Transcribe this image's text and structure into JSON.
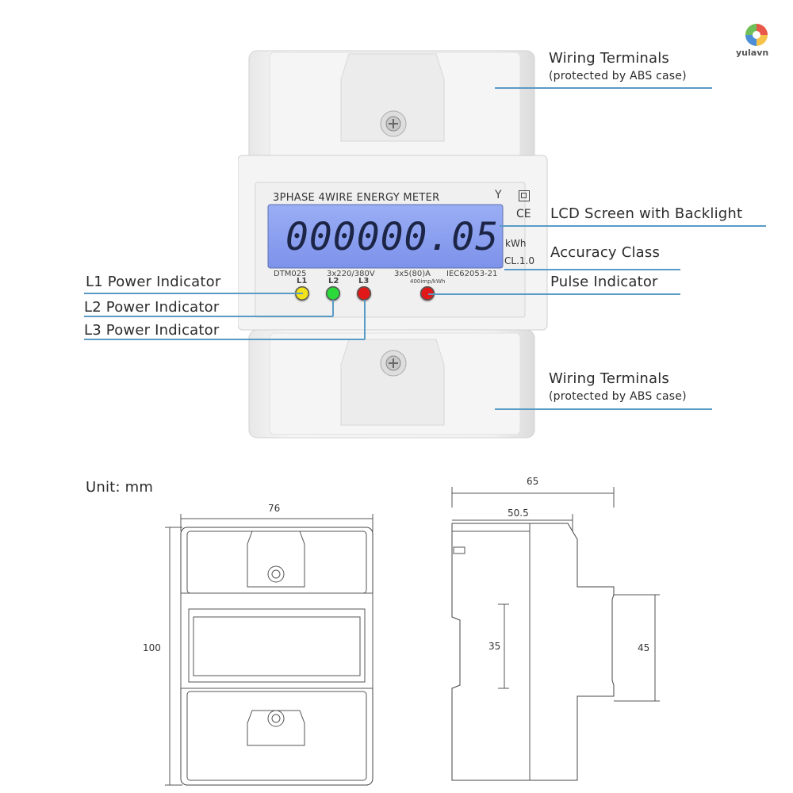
{
  "logo": {
    "text": "yulavn"
  },
  "meter": {
    "title": "3PHASE 4WIRE ENERGY METER",
    "reading": "000000.05",
    "unit": "kWh",
    "accuracy_class": "CL.1.0",
    "ce_mark": "CE",
    "model": "DTM025",
    "voltage": "3x220/380V",
    "current": "3x5(80)A",
    "standard": "IEC62053-21",
    "pulse_rate": "400imp/kWh",
    "indicator_labels": [
      "L1",
      "L2",
      "L3"
    ],
    "led_colors": {
      "l1": "#f2e21c",
      "l2": "#2bd93a",
      "l3": "#e01818",
      "pulse": "#e01818"
    },
    "lcd_color": "#8a9ff0"
  },
  "callouts": {
    "wiring_top_title": "Wiring Terminals",
    "wiring_top_sub": "(protected by ABS case)",
    "lcd": "LCD Screen with Backlight",
    "accuracy": "Accuracy Class",
    "pulse": "Pulse Indicator",
    "l1": "L1 Power Indicator",
    "l2": "L2 Power Indicator",
    "l3": "L3 Power Indicator",
    "wiring_bottom_title": "Wiring Terminals",
    "wiring_bottom_sub": "(protected by ABS case)"
  },
  "dimensions": {
    "unit_label": "Unit: mm",
    "front_width": "76",
    "front_height": "100",
    "side_depth": "65",
    "side_depth_inner": "50.5",
    "side_rail": "35",
    "side_module": "45"
  },
  "colors": {
    "callout_line": "#5a9bc6"
  }
}
